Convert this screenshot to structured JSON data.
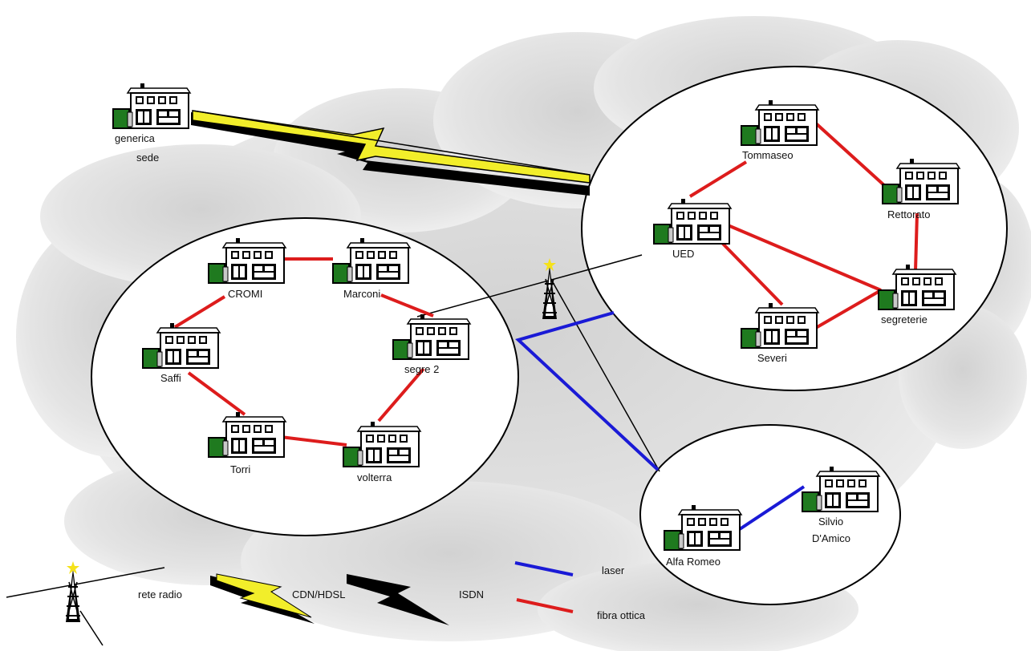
{
  "sites": {
    "generica": {
      "label1": "generica",
      "label2": "sede"
    },
    "tommaseo": {
      "label": "Tommaseo"
    },
    "rettorato": {
      "label": "Rettorato"
    },
    "ued": {
      "label": "UED"
    },
    "segreterie": {
      "label": "segreterie"
    },
    "severi": {
      "label": "Severi"
    },
    "cromi": {
      "label": "CROMI"
    },
    "marconi": {
      "label": "Marconi"
    },
    "saffi": {
      "label": "Saffi"
    },
    "segre2": {
      "label": "segre 2"
    },
    "torri": {
      "label": "Torri"
    },
    "volterra": {
      "label": "volterra"
    },
    "alfaromeo": {
      "label": "Alfa Romeo"
    },
    "silvio": {
      "label1": "Silvio",
      "label2": "D'Amico"
    }
  },
  "legend": {
    "radio": "rete radio",
    "cdn": "CDN/HDSL",
    "isdn": "ISDN",
    "laser": "laser",
    "fibra": "fibra ottica"
  },
  "colors": {
    "fibra": "#dd1c1c",
    "laser": "#1a1ad6",
    "cdn": "#f2ee2a",
    "isdn": "#000000",
    "building_green": "#1f7a1f",
    "cloud": "#dcdcdc"
  }
}
